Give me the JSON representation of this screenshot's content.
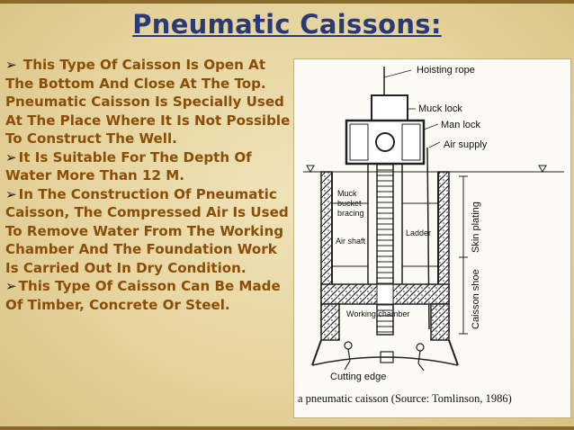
{
  "title": "Pneumatic Caissons:",
  "paragraphs": [
    {
      "arrow": "➢",
      "text": "This Type Of Caisson Is Open At The Bottom And Close At The Top. Pneumatic Caisson Is Specially Used At The Place Where It Is Not Possible To Construct The Well."
    },
    {
      "arrow": "➢",
      "text": "It Is Suitable For The Depth Of Water More Than 12 M."
    },
    {
      "arrow": "➢",
      "text": "In The Construction Of Pneumatic Caisson, The Compressed Air Is Used To Remove Water From The Working Chamber And The Foundation Work Is Carried Out In Dry Condition."
    },
    {
      "arrow": "➢",
      "text": "This Type Of Caisson Can Be Made Of Timber, Concrete Or Steel."
    }
  ],
  "figure": {
    "labels": {
      "hoisting_rope": "Hoisting rope",
      "muck_lock": "Muck lock",
      "man_lock": "Man lock",
      "air_supply": "Air supply",
      "muck_bucket_bracing_1": "Muck",
      "muck_bucket_bracing_2": "bucket",
      "muck_bucket_bracing_3": "bracing",
      "air_shaft": "Air shaft",
      "ladder": "Ladder",
      "skin_plating": "Skin plating",
      "caisson_shoe": "Caisson shoe",
      "working_chamber": "Working chamber",
      "cutting_edge": "Cutting edge"
    },
    "caption": "a pneumatic caisson (Source: Tomlinson, 1986)"
  }
}
